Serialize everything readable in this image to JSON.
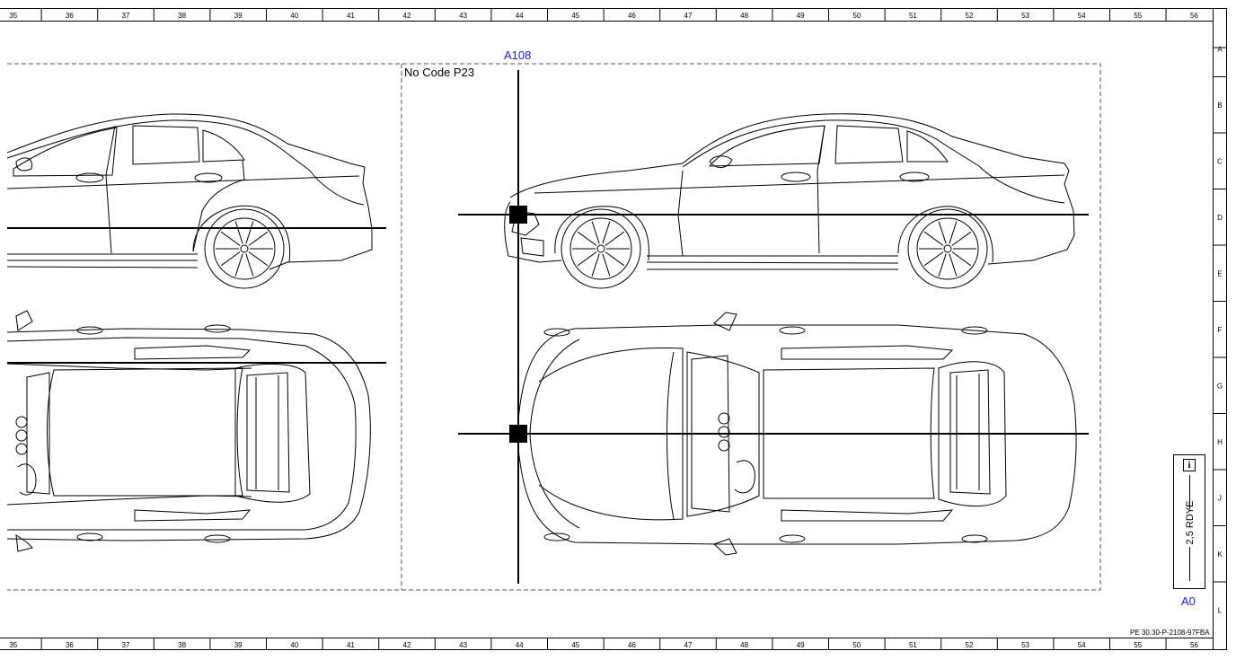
{
  "grid": {
    "columns": [
      "35",
      "36",
      "37",
      "38",
      "39",
      "40",
      "41",
      "42",
      "43",
      "44",
      "45",
      "46",
      "47",
      "48",
      "49",
      "50",
      "51",
      "52",
      "53",
      "54",
      "55",
      "56"
    ],
    "rows": [
      "A",
      "B",
      "C",
      "D",
      "E",
      "F",
      "G",
      "H",
      "J",
      "K",
      "L"
    ]
  },
  "callouts": {
    "top": "A108",
    "bottom": "A0"
  },
  "zone_label": "No Code P23",
  "side_box": {
    "text": "2,5 RDYE",
    "icon": "info-icon"
  },
  "doc_id": "PE 30.30-P-2108-97FBA",
  "colors": {
    "callout": "#1a1aff",
    "line": "#000000",
    "dash": "#555555"
  }
}
